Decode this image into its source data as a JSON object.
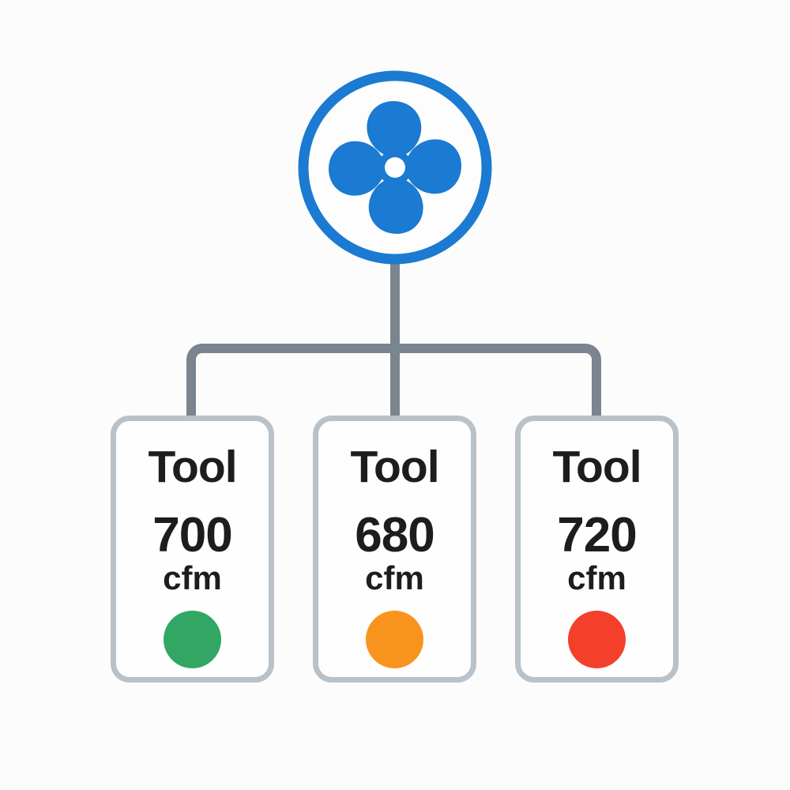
{
  "theme": {
    "background": "#FCFCFC",
    "fan_blue": "#1B7AD1",
    "connector_gray": "#7B858F",
    "card_border": "#B9C1C9",
    "card_bg": "#FEFEFE",
    "text_color": "#1D1D1F"
  },
  "diagram": {
    "root_icon": "fan-icon",
    "cards": [
      {
        "title": "Tool",
        "value": "700",
        "unit": "cfm",
        "status_color": "#31A763"
      },
      {
        "title": "Tool",
        "value": "680",
        "unit": "cfm",
        "status_color": "#F8941E"
      },
      {
        "title": "Tool",
        "value": "720",
        "unit": "cfm",
        "status_color": "#F4402B"
      }
    ]
  }
}
